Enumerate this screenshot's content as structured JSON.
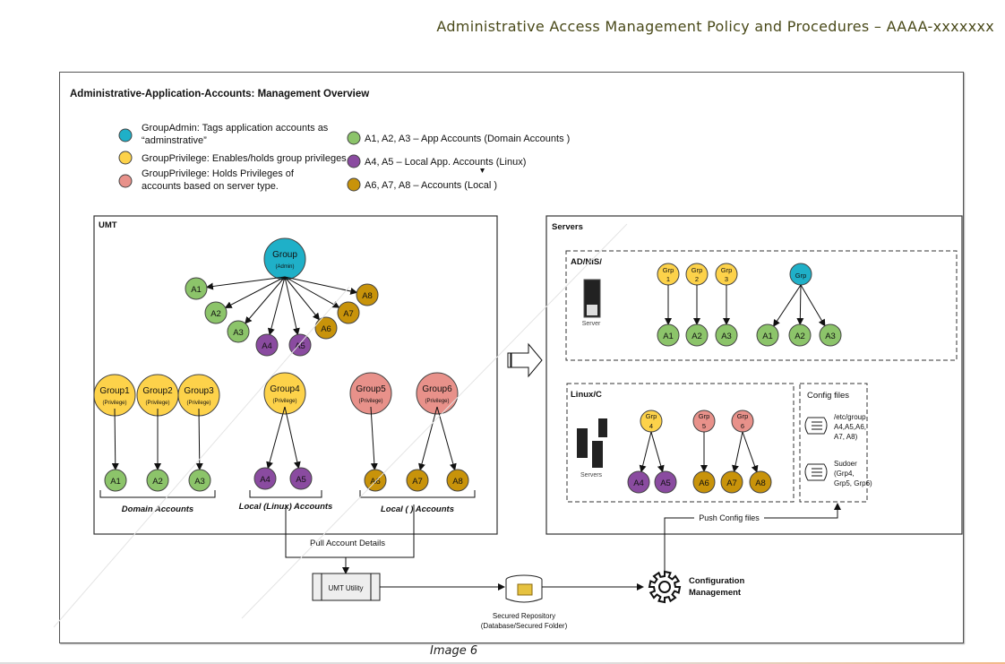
{
  "header": {
    "title": "Administrative Access Management Policy and Procedures – AAAA-xxxxxxx"
  },
  "diagram": {
    "title": "Administrative-Application-Accounts: Management Overview",
    "colors": {
      "admin": "#1fb0c8",
      "privilege": "#fdd24a",
      "server_type": "#e8918a",
      "domain": "#8cc46a",
      "linux": "#8a4ba0",
      "local": "#c8930a"
    },
    "legend_left": [
      {
        "color": "admin",
        "line1": "GroupAdmin: Tags application accounts as",
        "line2": "“adminstrative”"
      },
      {
        "color": "privilege",
        "line1": "GroupPrivilege: Enables/holds group privileges",
        "line2": ""
      },
      {
        "color": "server_type",
        "line1": "GroupPrivilege: Holds Privileges of",
        "line2": "accounts based on server type."
      }
    ],
    "legend_right": [
      {
        "color": "domain",
        "text": "A1, A2, A3 – App Accounts (Domain Accounts )"
      },
      {
        "color": "linux",
        "text": "A4, A5 – Local App. Accounts (Linux)"
      },
      {
        "color": "local",
        "text": "A6, A7, A8 –             Accounts (Local )"
      }
    ],
    "umt": {
      "label": "UMT",
      "admin_group": {
        "name": "Group",
        "sub": "(Admin)"
      },
      "fan_accounts": [
        "A1",
        "A2",
        "A3",
        "A4",
        "A5",
        "A6",
        "A7",
        "A8"
      ],
      "groups": [
        {
          "name": "Group1",
          "sub": "(Privilege)",
          "accounts": [
            "A1"
          ]
        },
        {
          "name": "Group2",
          "sub": "(Privilege)",
          "accounts": [
            "A2"
          ]
        },
        {
          "name": "Group3",
          "sub": "(Privilege)",
          "accounts": [
            "A3"
          ]
        },
        {
          "name": "Group4",
          "sub": "(Privilege)",
          "accounts": [
            "A4",
            "A5"
          ]
        },
        {
          "name": "Group5",
          "sub": "(Privilege)",
          "accounts": [
            "A6"
          ]
        },
        {
          "name": "Group6",
          "sub": "(Privilege)",
          "accounts": [
            "A7",
            "A8"
          ]
        }
      ],
      "bracket_labels": [
        "Domain Accounts",
        "Local (Linux) Accounts",
        "Local (      ) Accounts"
      ]
    },
    "servers": {
      "label": "Servers",
      "ad_box": {
        "label": "AD/NIS/",
        "server_label": "Server",
        "grps": [
          "Grp\n1",
          "Grp\n2",
          "Grp\n3"
        ],
        "admin_grp": "Grp",
        "accounts": [
          "A1",
          "A2",
          "A3"
        ]
      },
      "linux_box": {
        "label": "Linux/C",
        "server_label": "Servers",
        "grps": [
          "Grp\n4",
          "Grp\n5",
          "Grp\n6"
        ],
        "accounts": [
          "A4",
          "A5",
          "A6",
          "A7",
          "A8"
        ]
      },
      "config_box": {
        "label": "Config files",
        "files": [
          {
            "lines": [
              "/etc/group",
              "A4,A5,A6,",
              "A7, A8)"
            ]
          },
          {
            "lines": [
              "Sudoer",
              "(Grp4,",
              "Grp5, Grp6)"
            ]
          }
        ]
      }
    },
    "flow": {
      "pull": "Pull Account Details",
      "utility": "UMT Utility",
      "repo_line1": "Secured Repository",
      "repo_line2": "(Database/Secured Folder)",
      "push": "Push Config files",
      "cm_line1": "Configuration",
      "cm_line2": "Management"
    }
  },
  "caption": "Image 6"
}
